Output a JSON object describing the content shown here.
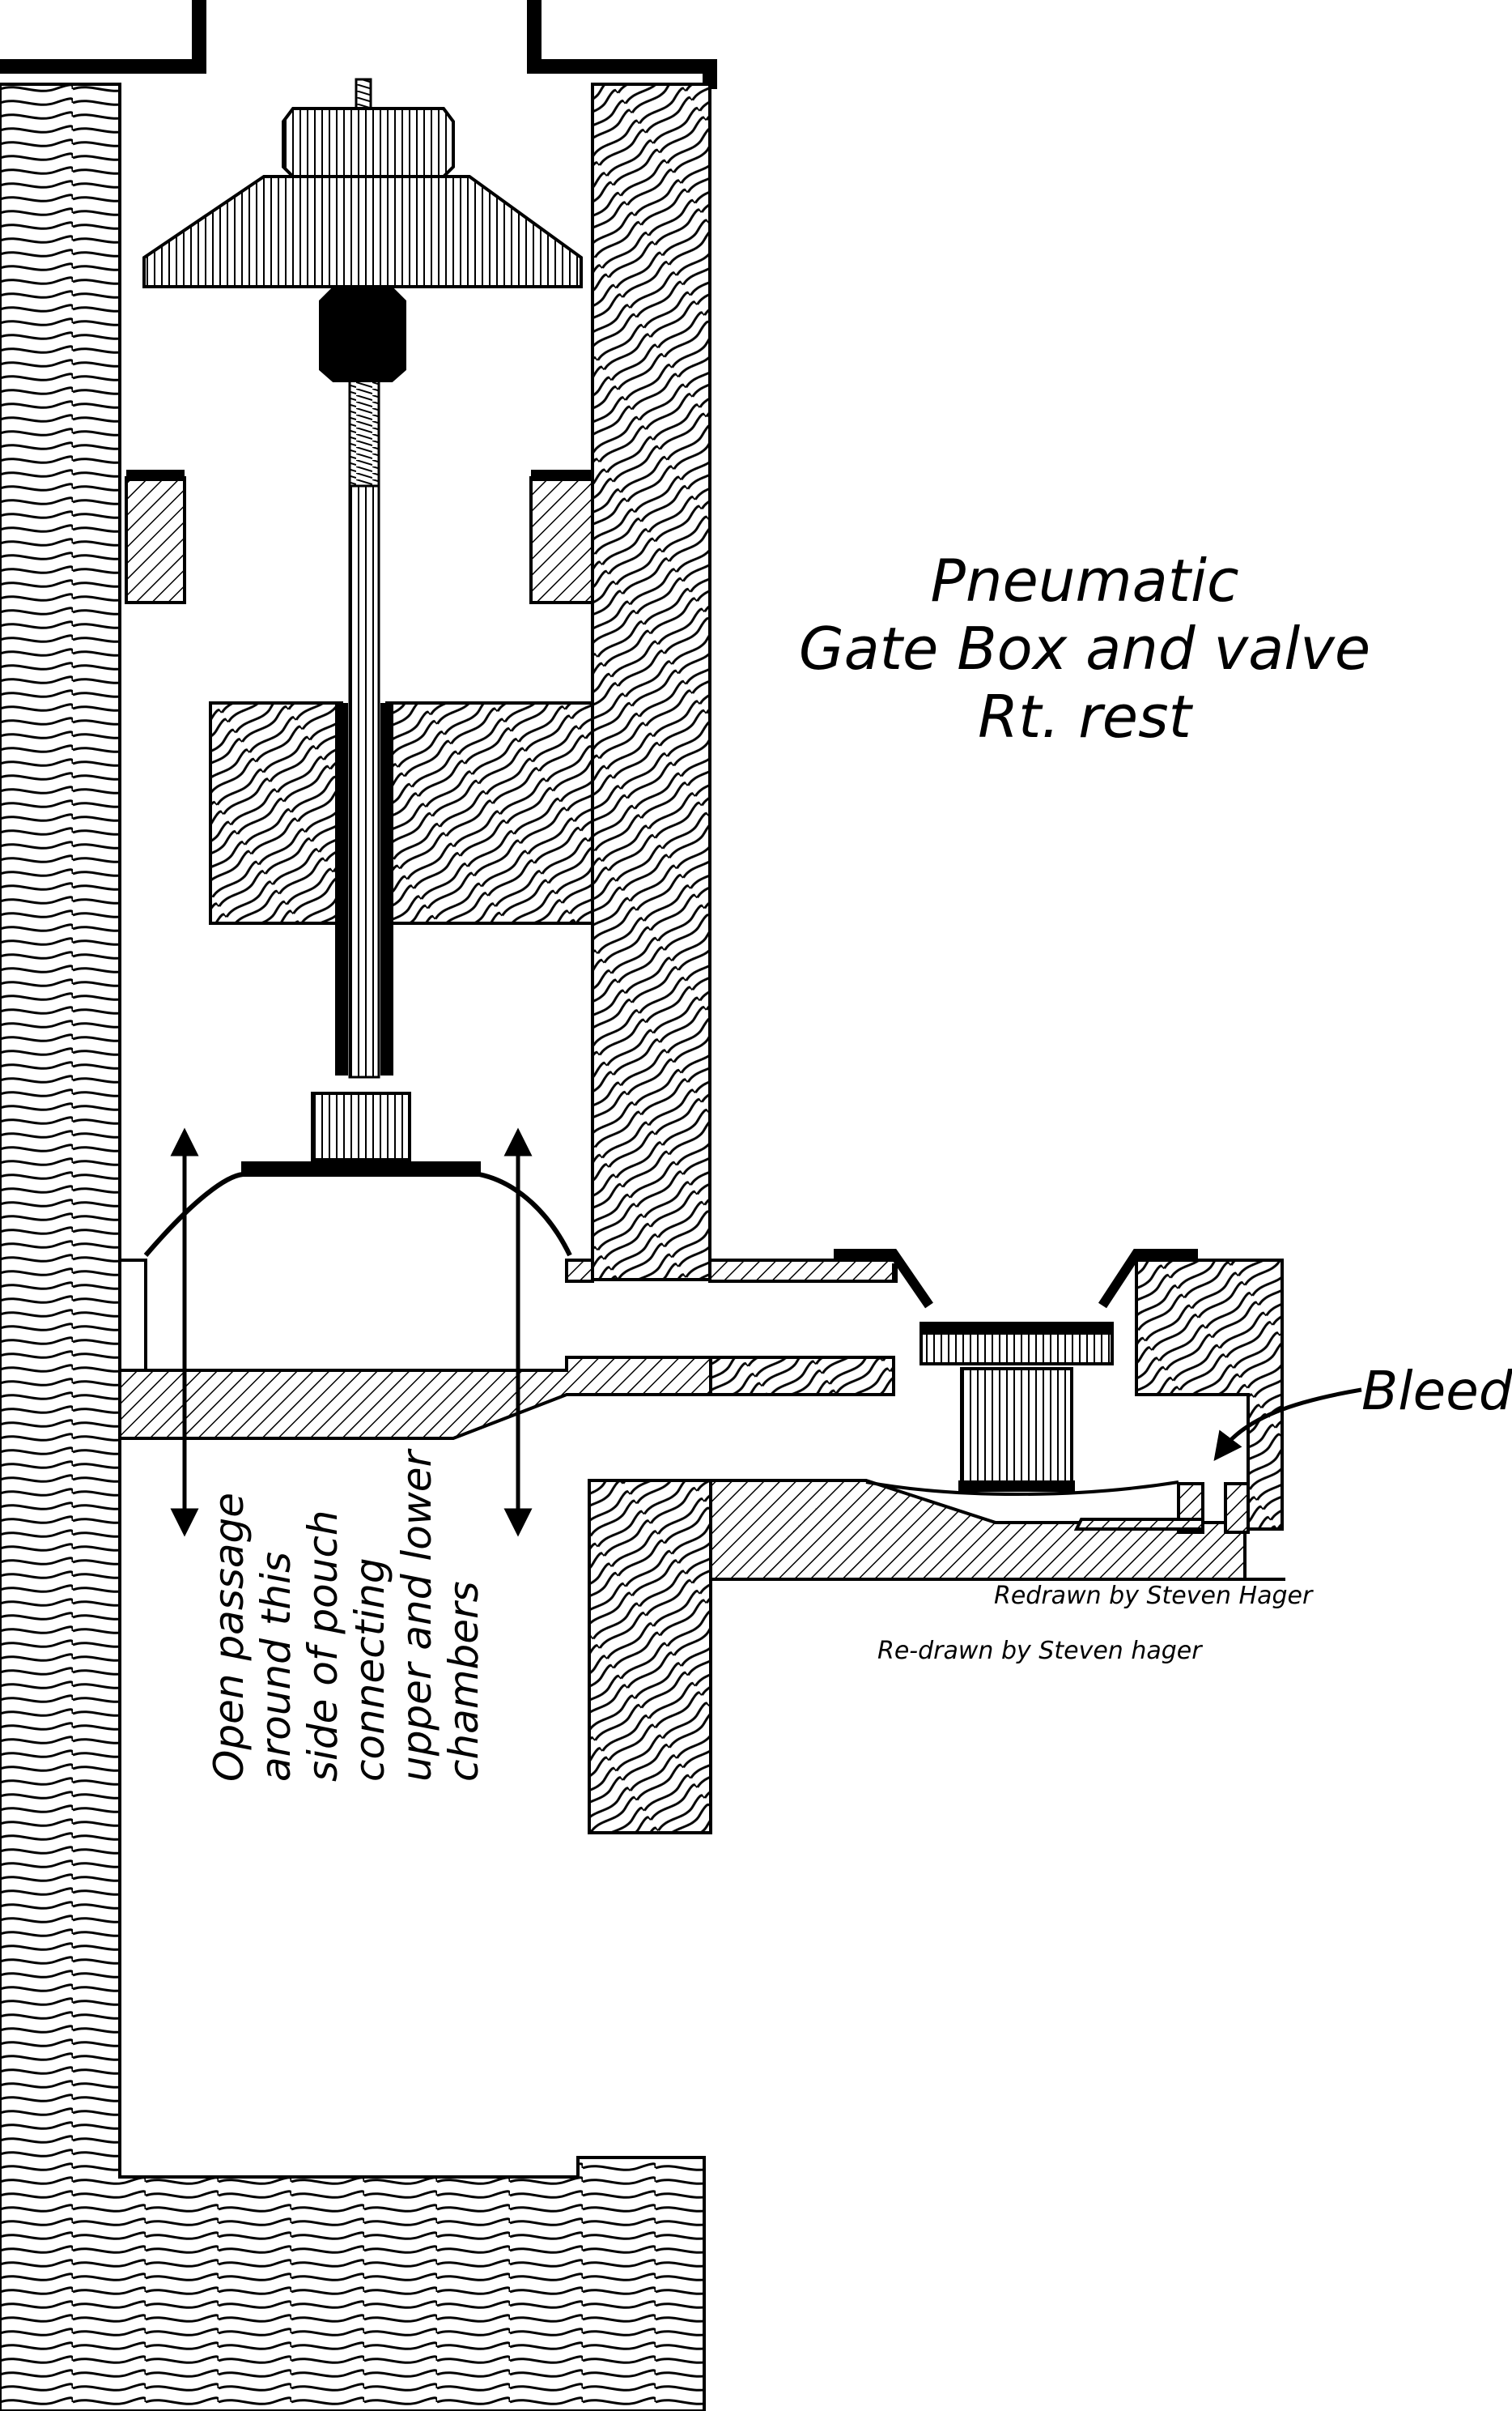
{
  "title": {
    "line1": "Pneumatic",
    "line2": "Gate Box and valve",
    "line3": "Rt. rest"
  },
  "labels": {
    "bleed": "Bleed",
    "passage_line1": "Open passage",
    "passage_line2": "around this",
    "passage_line3": "side of pouch",
    "passage_line4": "connecting",
    "passage_line5": "upper and lower",
    "passage_line6": "chambers"
  },
  "credits": {
    "credit1": "Redrawn by Steven Hager",
    "credit2": "Re-drawn by Steven hager"
  },
  "colors": {
    "ink": "#000000",
    "paper": "#ffffff"
  }
}
